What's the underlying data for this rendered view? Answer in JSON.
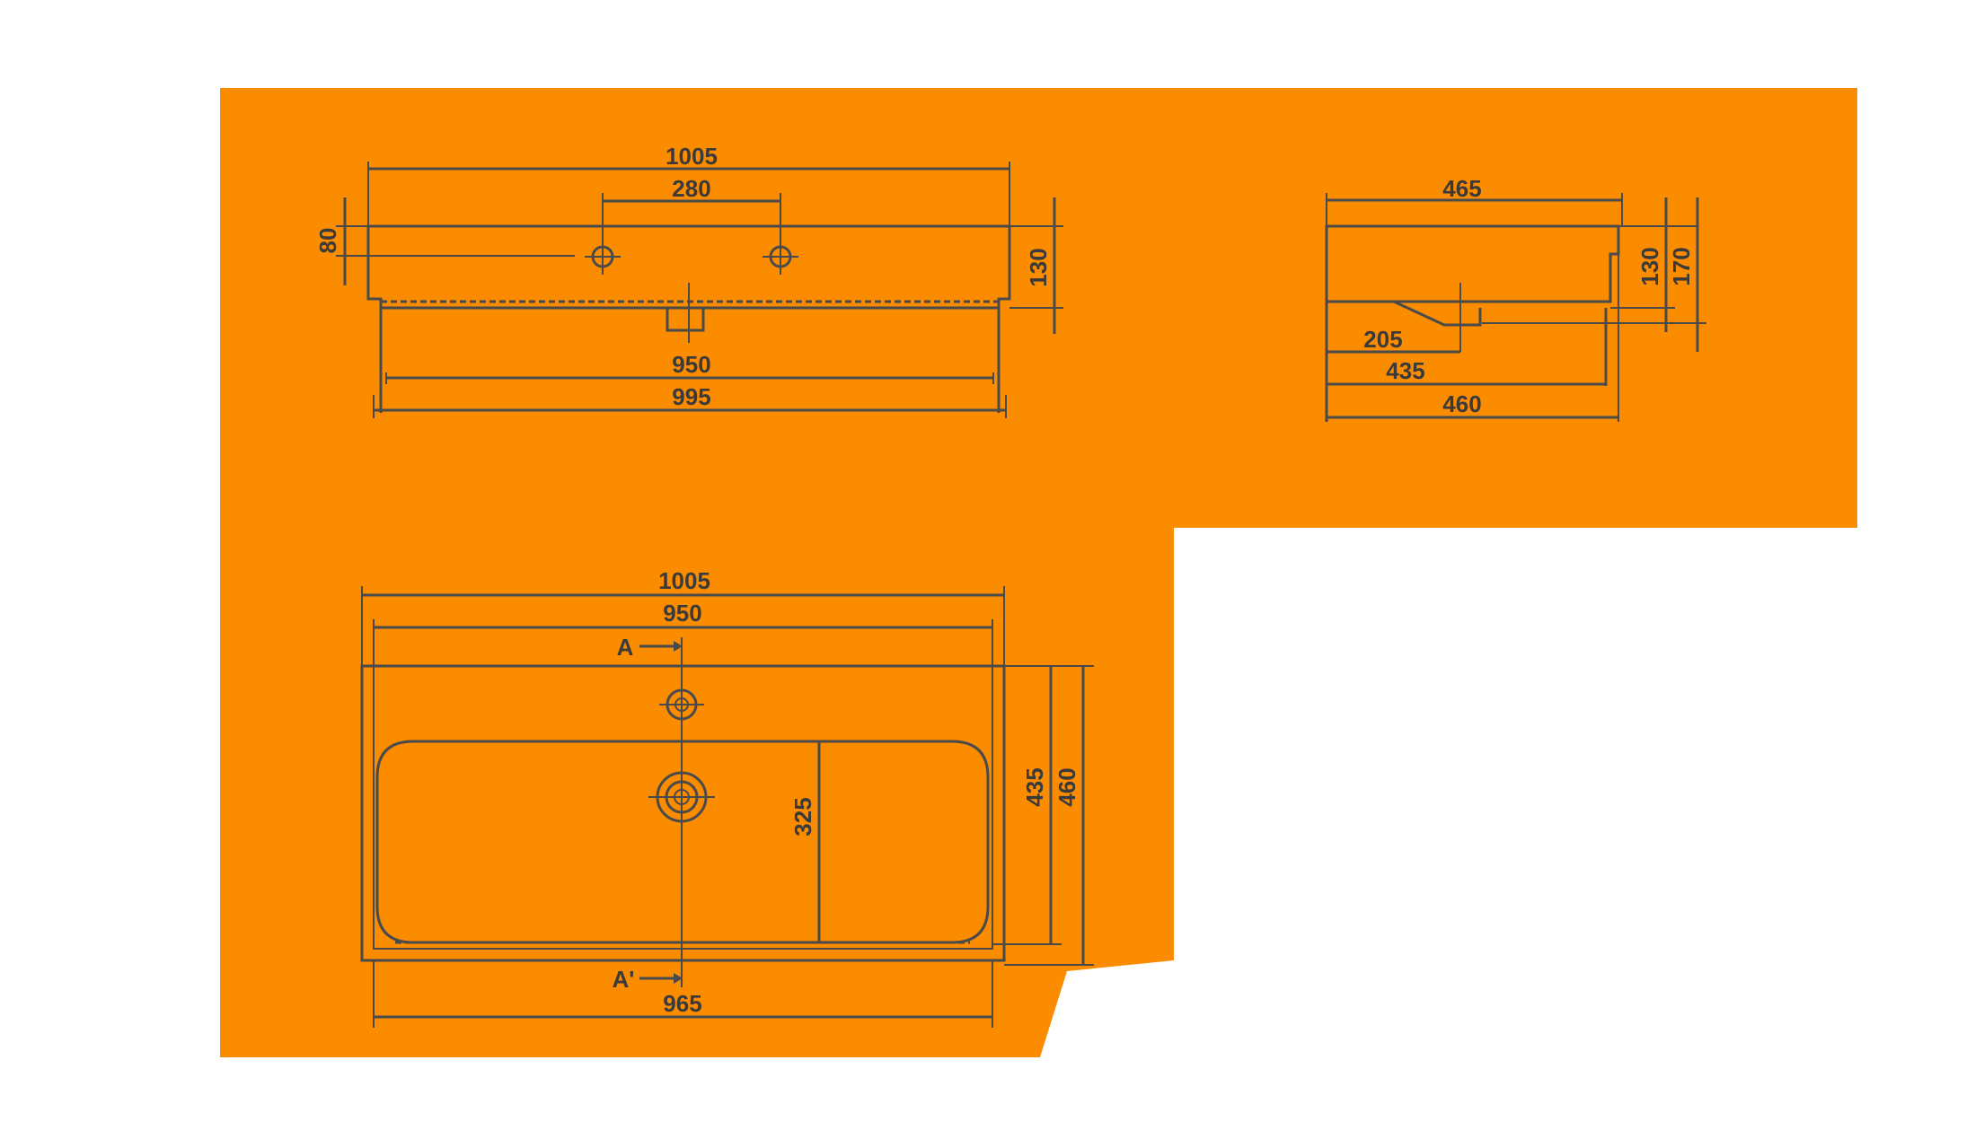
{
  "colors": {
    "background": "#ffffff",
    "sheet": "#fb8c00",
    "ink": "#4a4a4a"
  },
  "front_view": {
    "overall_width": "1005",
    "tap_spacing": "280",
    "tap_offset": "80",
    "height": "130",
    "basin_inner_width": "950",
    "base_width": "995"
  },
  "side_view": {
    "top_depth": "465",
    "height_inner": "130",
    "height_outer": "170",
    "drain_offset": "205",
    "inner_depth": "435",
    "base_depth": "460"
  },
  "top_view": {
    "overall_width": "1005",
    "inner_width": "950",
    "section_mark_top": "A",
    "section_mark_bottom": "A'",
    "bowl_depth": "325",
    "inner_depth": "435",
    "overall_depth": "460",
    "base_width": "965"
  }
}
